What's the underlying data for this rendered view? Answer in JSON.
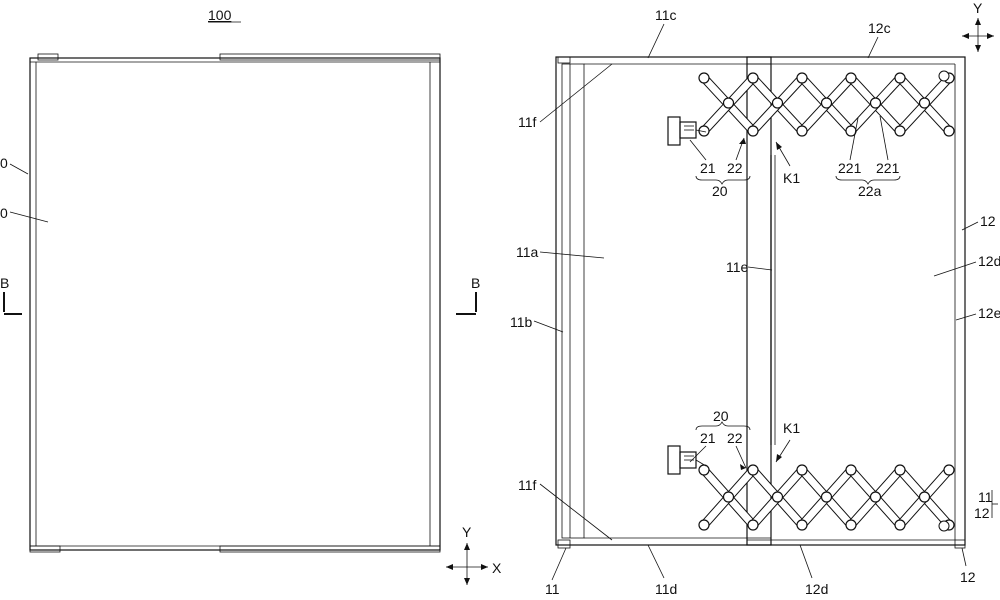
{
  "figure": {
    "left_view": {
      "title": "100",
      "partial_labels": [
        "0",
        "0"
      ],
      "section_mark": "B"
    },
    "right_view": {
      "labels": {
        "top_left": "11c",
        "top_right": "12c",
        "upper_left_side": "11f",
        "lower_left_side": "11f",
        "left_a": "11a",
        "left_b": "11b",
        "center": "11e",
        "mech_upper_21": "21",
        "mech_upper_22": "22",
        "mech_upper_20": "20",
        "mech_lower_20": "20",
        "mech_lower_21": "21",
        "mech_lower_22": "22",
        "k_upper": "K1",
        "k_lower": "K1",
        "link_221a": "221",
        "link_221b": "221",
        "link_group": "22a",
        "right_12": "12",
        "right_12d": "12d",
        "right_12e": "12e",
        "right_11_bracket": "11",
        "right_12_bracket": "12",
        "bottom_11": "11",
        "bottom_11d": "11d",
        "bottom_12d": "12d",
        "bottom_12": "12"
      },
      "axes_top": {
        "y": "Y"
      },
      "axes_bottom": {
        "y": "Y",
        "x": "X"
      }
    }
  }
}
